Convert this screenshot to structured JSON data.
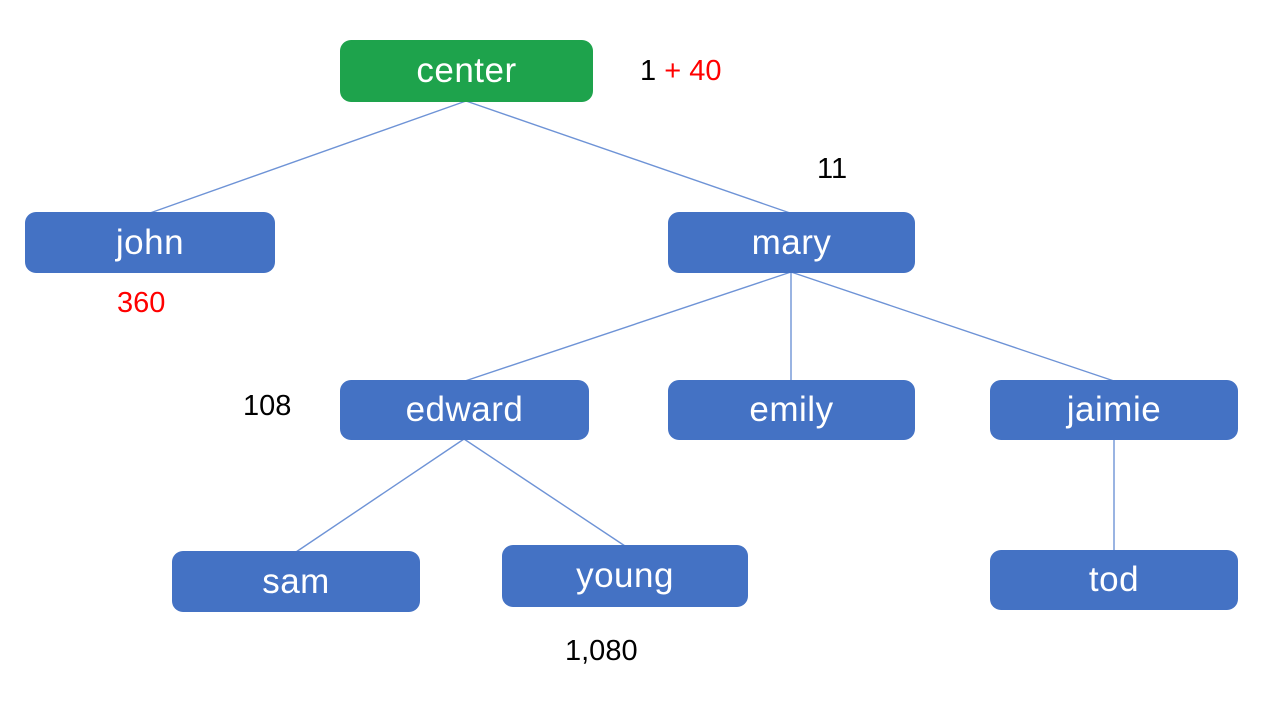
{
  "diagram": {
    "title": "family-tree-diagram",
    "colors": {
      "root_fill": "#1ea34c",
      "node_fill": "#4472c4",
      "node_text": "#ffffff",
      "connector": "#6e93d6",
      "annotation_black": "#000000",
      "annotation_red": "#ff0000",
      "background": "#ffffff"
    },
    "nodes": {
      "center": {
        "label": "center",
        "type": "root"
      },
      "john": {
        "label": "john",
        "type": "child"
      },
      "mary": {
        "label": "mary",
        "type": "child"
      },
      "edward": {
        "label": "edward",
        "type": "child"
      },
      "emily": {
        "label": "emily",
        "type": "child"
      },
      "jaimie": {
        "label": "jaimie",
        "type": "child"
      },
      "sam": {
        "label": "sam",
        "type": "child"
      },
      "young": {
        "label": "young",
        "type": "child"
      },
      "tod": {
        "label": "tod",
        "type": "child"
      }
    },
    "edges": [
      [
        "center",
        "john"
      ],
      [
        "center",
        "mary"
      ],
      [
        "mary",
        "edward"
      ],
      [
        "mary",
        "emily"
      ],
      [
        "mary",
        "jaimie"
      ],
      [
        "edward",
        "sam"
      ],
      [
        "edward",
        "young"
      ],
      [
        "jaimie",
        "tod"
      ]
    ],
    "annotations": {
      "beside_center": {
        "black": "1",
        "red": "+ 40"
      },
      "above_mary": {
        "text": "11"
      },
      "below_john": {
        "text": "360"
      },
      "left_of_edward": {
        "text": "108"
      },
      "below_young": {
        "text": "1,080"
      }
    }
  }
}
